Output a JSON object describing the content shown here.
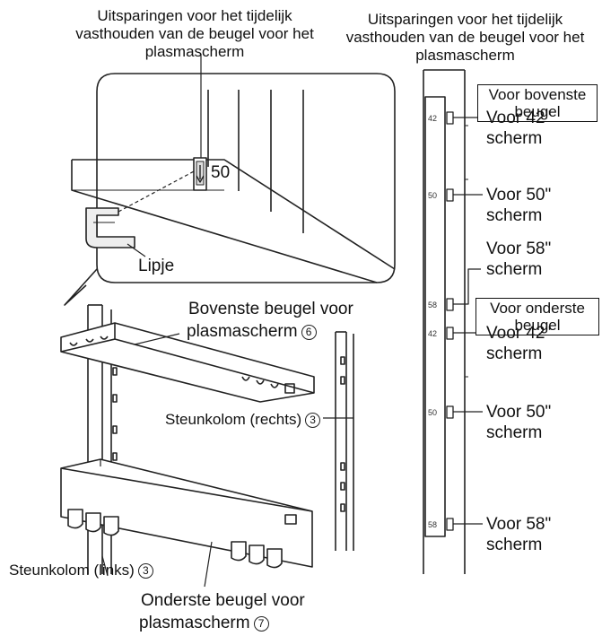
{
  "left": {
    "top_caption_line1": "Uitsparingen voor het tijdelijk",
    "top_caption_line2": "vasthouden van de beugel voor het",
    "top_caption_line3": "plasmascherm",
    "detail_number": "50",
    "tab_label": "Lipje",
    "upper_bracket_line1": "Bovenste beugel voor",
    "upper_bracket_line2": "plasmascherm",
    "upper_bracket_num": "6",
    "right_column_label": "Steunkolom (rechts)",
    "right_column_num": "3",
    "left_column_label": "Steunkolom (links)",
    "left_column_num": "3",
    "lower_bracket_line1": "Onderste beugel voor",
    "lower_bracket_line2": "plasmascherm",
    "lower_bracket_num": "7"
  },
  "right": {
    "caption_line1": "Uitsparingen voor het tijdelijk",
    "caption_line2": "vasthouden van de beugel voor het",
    "caption_line3": "plasmascherm",
    "upper_box_line1": "Voor bovenste",
    "upper_box_line2": "beugel",
    "lower_box_line1": "Voor onderste",
    "lower_box_line2": "beugel",
    "slots": [
      {
        "num": "42",
        "line1": "Voor 42\"",
        "line2": "scherm"
      },
      {
        "num": "50",
        "line1": "Voor 50\"",
        "line2": "scherm"
      },
      {
        "num": "58",
        "line1": "Voor 58\"",
        "line2": "scherm"
      },
      {
        "num": "42",
        "line1": "Voor 42\"",
        "line2": "scherm"
      },
      {
        "num": "50",
        "line1": "Voor 50\"",
        "line2": "scherm"
      },
      {
        "num": "58",
        "line1": "Voor 58\"",
        "line2": "scherm"
      }
    ]
  },
  "colors": {
    "line": "#222222",
    "background": "#ffffff"
  }
}
